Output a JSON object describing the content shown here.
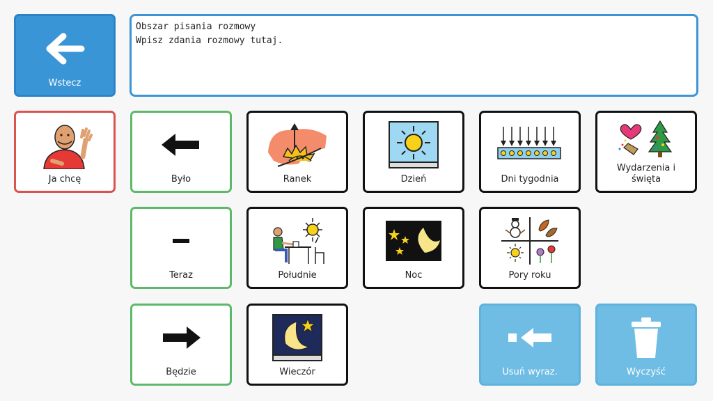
{
  "buttons": {
    "back": "Wstecz",
    "delete_word": "Usuń wyraz.",
    "clear": "Wyczyść"
  },
  "textarea": {
    "line1": "Obszar pisania rozmowy",
    "line2": "Wpisz zdania rozmowy tutaj."
  },
  "tiles": {
    "ja_chce": "Ja chcę",
    "bylo": "Było",
    "teraz": "Teraz",
    "bedzie": "Będzie",
    "ranek": "Ranek",
    "poludnie": "Południe",
    "wieczor": "Wieczór",
    "dzien": "Dzień",
    "noc": "Noc",
    "dni_tygodnia": "Dni tygodnia",
    "pory_roku": "Pory roku",
    "wydarzenia": "Wydarzenia i święta"
  },
  "colors": {
    "primary_blue": "#3a95d6",
    "light_blue": "#6fbde4",
    "green_border": "#5cb96b",
    "red_border": "#d9534f"
  }
}
